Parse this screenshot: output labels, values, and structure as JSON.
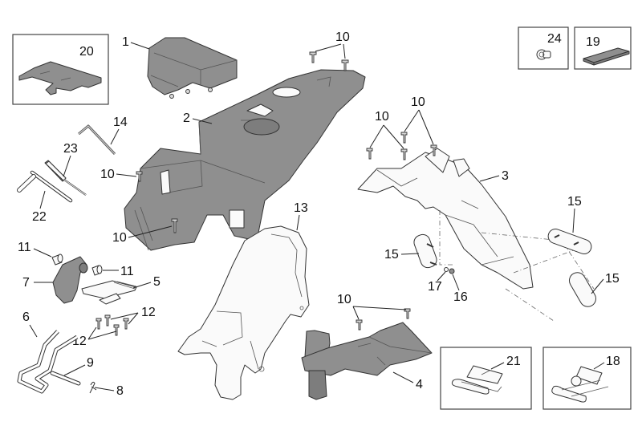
{
  "diagram": {
    "title": "Exploded parts diagram - rear body / helmet compartment / mudguard",
    "colors": {
      "part_dark": "#8f8f8f",
      "part_light": "#fafafa",
      "line": "#333333",
      "background": "#ffffff"
    },
    "callouts": {
      "c1": "1",
      "c2": "2",
      "c3": "3",
      "c4": "4",
      "c5": "5",
      "c6": "6",
      "c7": "7",
      "c8": "8",
      "c9": "9",
      "c10a": "10",
      "c10b": "10",
      "c10c": "10",
      "c10d": "10",
      "c10e": "10",
      "c10f": "10",
      "c11a": "11",
      "c11b": "11",
      "c12a": "12",
      "c12b": "12",
      "c13": "13",
      "c14": "14",
      "c15a": "15",
      "c15b": "15",
      "c15c": "15",
      "c16": "16",
      "c17": "17",
      "c18": "18",
      "c19": "19",
      "c20": "20",
      "c21": "21",
      "c22": "22",
      "c23": "23",
      "c24": "24"
    },
    "parts": [
      {
        "ref": "1",
        "name": "cover",
        "icon": "cover-part"
      },
      {
        "ref": "2",
        "name": "helmet compartment",
        "icon": "helmet-compartment-part"
      },
      {
        "ref": "3",
        "name": "rear mudguard bracket",
        "icon": "mudguard-bracket-part"
      },
      {
        "ref": "4",
        "name": "support bracket",
        "icon": "support-bracket-part"
      },
      {
        "ref": "5",
        "name": "plate",
        "icon": "plate-part"
      },
      {
        "ref": "6",
        "name": "wire handle",
        "icon": "wire-handle-part"
      },
      {
        "ref": "7",
        "name": "hinge",
        "icon": "hinge-part"
      },
      {
        "ref": "8",
        "name": "split pin",
        "icon": "split-pin-part"
      },
      {
        "ref": "9",
        "name": "pin",
        "icon": "pin-part"
      },
      {
        "ref": "10",
        "name": "screw",
        "icon": "screw-part"
      },
      {
        "ref": "11",
        "name": "bushing",
        "icon": "bushing-part"
      },
      {
        "ref": "12",
        "name": "screw",
        "icon": "screw-part"
      },
      {
        "ref": "13",
        "name": "mudguard",
        "icon": "mudguard-part"
      },
      {
        "ref": "14",
        "name": "allen key",
        "icon": "allen-key-part"
      },
      {
        "ref": "15",
        "name": "reflector",
        "icon": "reflector-part"
      },
      {
        "ref": "16",
        "name": "nut",
        "icon": "nut-part"
      },
      {
        "ref": "17",
        "name": "washer",
        "icon": "washer-part"
      },
      {
        "ref": "18",
        "name": "clip",
        "icon": "clip-part"
      },
      {
        "ref": "19",
        "name": "pad",
        "icon": "pad-part"
      },
      {
        "ref": "20",
        "name": "plate",
        "icon": "plate-part"
      },
      {
        "ref": "21",
        "name": "clip",
        "icon": "clip-part"
      },
      {
        "ref": "22",
        "name": "box wrench",
        "icon": "wrench-part"
      },
      {
        "ref": "23",
        "name": "screwdriver",
        "icon": "screwdriver-part"
      },
      {
        "ref": "24",
        "name": "grommet",
        "icon": "grommet-part"
      }
    ]
  }
}
